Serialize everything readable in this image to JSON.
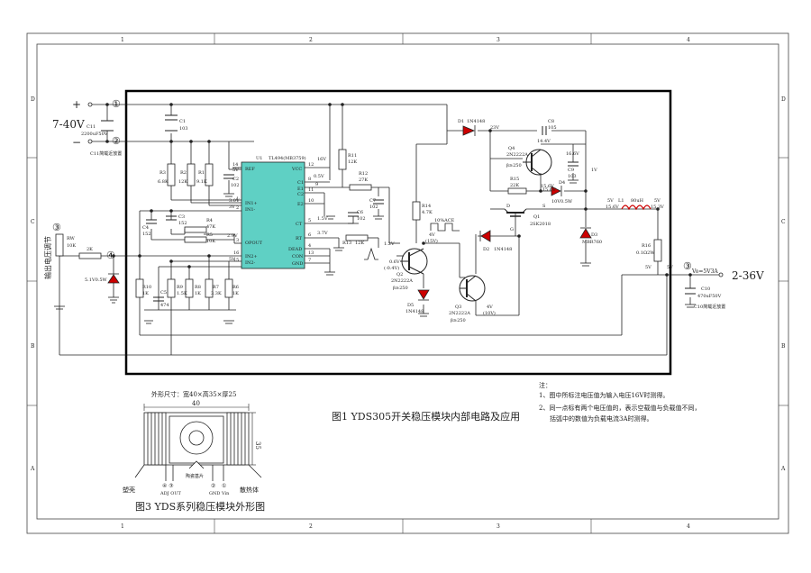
{
  "grid": {
    "cols": [
      "1",
      "2",
      "3",
      "4"
    ],
    "rows": [
      "D",
      "C",
      "B",
      "A"
    ]
  },
  "input": {
    "voltage": "7-40V",
    "plus": "+",
    "minus": "−",
    "node1": "①",
    "node2": "②",
    "cap_name": "C11",
    "cap_value": "2200uF50V",
    "cap_note": "C11简载近放置"
  },
  "output": {
    "voltage": "2-36V",
    "node3": "③",
    "vo_label": "Vo=5V3A",
    "cap_name": "C10",
    "cap_value": "470uF50V",
    "cap_note": "C10简载近放置",
    "v_label": "5V"
  },
  "adjust": {
    "title": "输出电压调节",
    "node3": "③",
    "node4": "④",
    "rw_name": "RW",
    "rw_value": "10K",
    "r_2k": "2K",
    "zener": "5.1V0.5W"
  },
  "ic": {
    "name": "U1",
    "part": "TL494(MB3759)",
    "pins_left": [
      "REF",
      "IN1+",
      "IN1-",
      "OPOUT",
      "IN2+",
      "IN2-"
    ],
    "pins_left_num": [
      "14",
      "1",
      "2",
      "3",
      "16",
      "15"
    ],
    "pins_right": [
      "VCC",
      "C1",
      "E1",
      "C2",
      "E2",
      "CT",
      "RT",
      "DEAD",
      "CON",
      "GND"
    ],
    "pins_right_num": [
      "12",
      "8",
      "9",
      "11",
      "10",
      "5",
      "6",
      "4",
      "13",
      "7"
    ],
    "pin_v_ref": "5V",
    "pin_v_in1p": "3.0V",
    "pin_v_in1n": "3V",
    "pin_v_op": "2.9V",
    "pin_v_in2p": "5V",
    "pin_v_vcc": "16V",
    "pin_v_c1": "0.5V",
    "pin_v_ct": "1.5V",
    "pin_v_rt": "3.7V"
  },
  "components": {
    "c1": [
      "C1",
      "103"
    ],
    "r3": [
      "R3",
      "6.8K"
    ],
    "r2": [
      "R2",
      "12K"
    ],
    "r1": [
      "R1",
      "9.1K"
    ],
    "c2": [
      "C2",
      "102"
    ],
    "c3": [
      "C3",
      "152"
    ],
    "c4": [
      "C4",
      "152"
    ],
    "r4": [
      "R4",
      "47K"
    ],
    "r5": [
      "R5",
      "10K"
    ],
    "r10": [
      "R10",
      "1K"
    ],
    "c5": [
      "C5",
      "474"
    ],
    "r9": [
      "R9",
      "1.5K"
    ],
    "r8": [
      "R8",
      "1K"
    ],
    "r7": [
      "R7",
      "3.3K"
    ],
    "r6": [
      "R6",
      "1K"
    ],
    "r11": [
      "R11",
      "12K"
    ],
    "r12": [
      "R12",
      "27K"
    ],
    "c7": [
      "C7",
      "102"
    ],
    "c6": [
      "C6",
      "102"
    ],
    "r13": [
      "R13",
      "12K"
    ],
    "r14": [
      "R14",
      "4.7K"
    ],
    "d1": [
      "D1",
      "1N4148"
    ],
    "c8": [
      "C8",
      "105"
    ],
    "q4": [
      "Q4",
      "2N2222A",
      "β≥250"
    ],
    "c9": [
      "C9",
      "103"
    ],
    "r15": [
      "R15",
      "22K"
    ],
    "d4": [
      "D4",
      "10V0.5W"
    ],
    "q1": [
      "Q1",
      "2SK2018"
    ],
    "d2": [
      "D2",
      "1N4148"
    ],
    "q2": [
      "Q2",
      "2N2222A",
      "β≥250"
    ],
    "d5": [
      "D5",
      "1N4148"
    ],
    "q3": [
      "Q3",
      "2N2222A",
      "β≥250"
    ],
    "l1": [
      "L1",
      "80uH"
    ],
    "d3": [
      "D3",
      "MBR760"
    ],
    "r16": [
      "R16",
      "0.1Ω2W"
    ]
  },
  "voltages": {
    "d1_out": "23V",
    "c8_v": "14.4V",
    "q4_e": "15.6V",
    "q4_c": "16.6V",
    "d4_v": "15.6V",
    "s_label": "S",
    "d_label": "D",
    "g_label": "G",
    "q2_b": "0.6V",
    "q2_sub": "(-0.4V)",
    "q2_c": "4V",
    "q2_c2": "(15V)",
    "q3_c": "4V",
    "q3_c2": "(10V)",
    "l1_l": "5V",
    "l1_l2": "15.6V",
    "l1_r": "5V",
    "l1_r2": "15.3V",
    "out_5v": "5V",
    "c9_v": "1V",
    "osc_v": "1.2V",
    "wave_label": "10%ACE"
  },
  "notes": {
    "title": "注：",
    "line1": "1、图中所标注电压值为输入电压16V时测得。",
    "line2": "2、同一点标有两个电压值的，表示空载值与负载值不同，",
    "line3": "括弧中的数值为负载电流3A时测得。"
  },
  "fig1_caption": "图1 YDS305开关稳压模块内部电路及应用",
  "fig3": {
    "dims": "外形尺寸：宽40×高35×厚25",
    "width": "40",
    "height": "35",
    "caption": "图3 YDS系列稳压模块外形图",
    "shell": "塑壳",
    "heatsink": "散热体",
    "ceramic": "陶瓷基片",
    "adj_out": "ADJ OUT",
    "adj_nums": "④ ③",
    "gnd": "GND",
    "gnd_num": "②",
    "vin": "Vin",
    "vin_num": "①"
  }
}
